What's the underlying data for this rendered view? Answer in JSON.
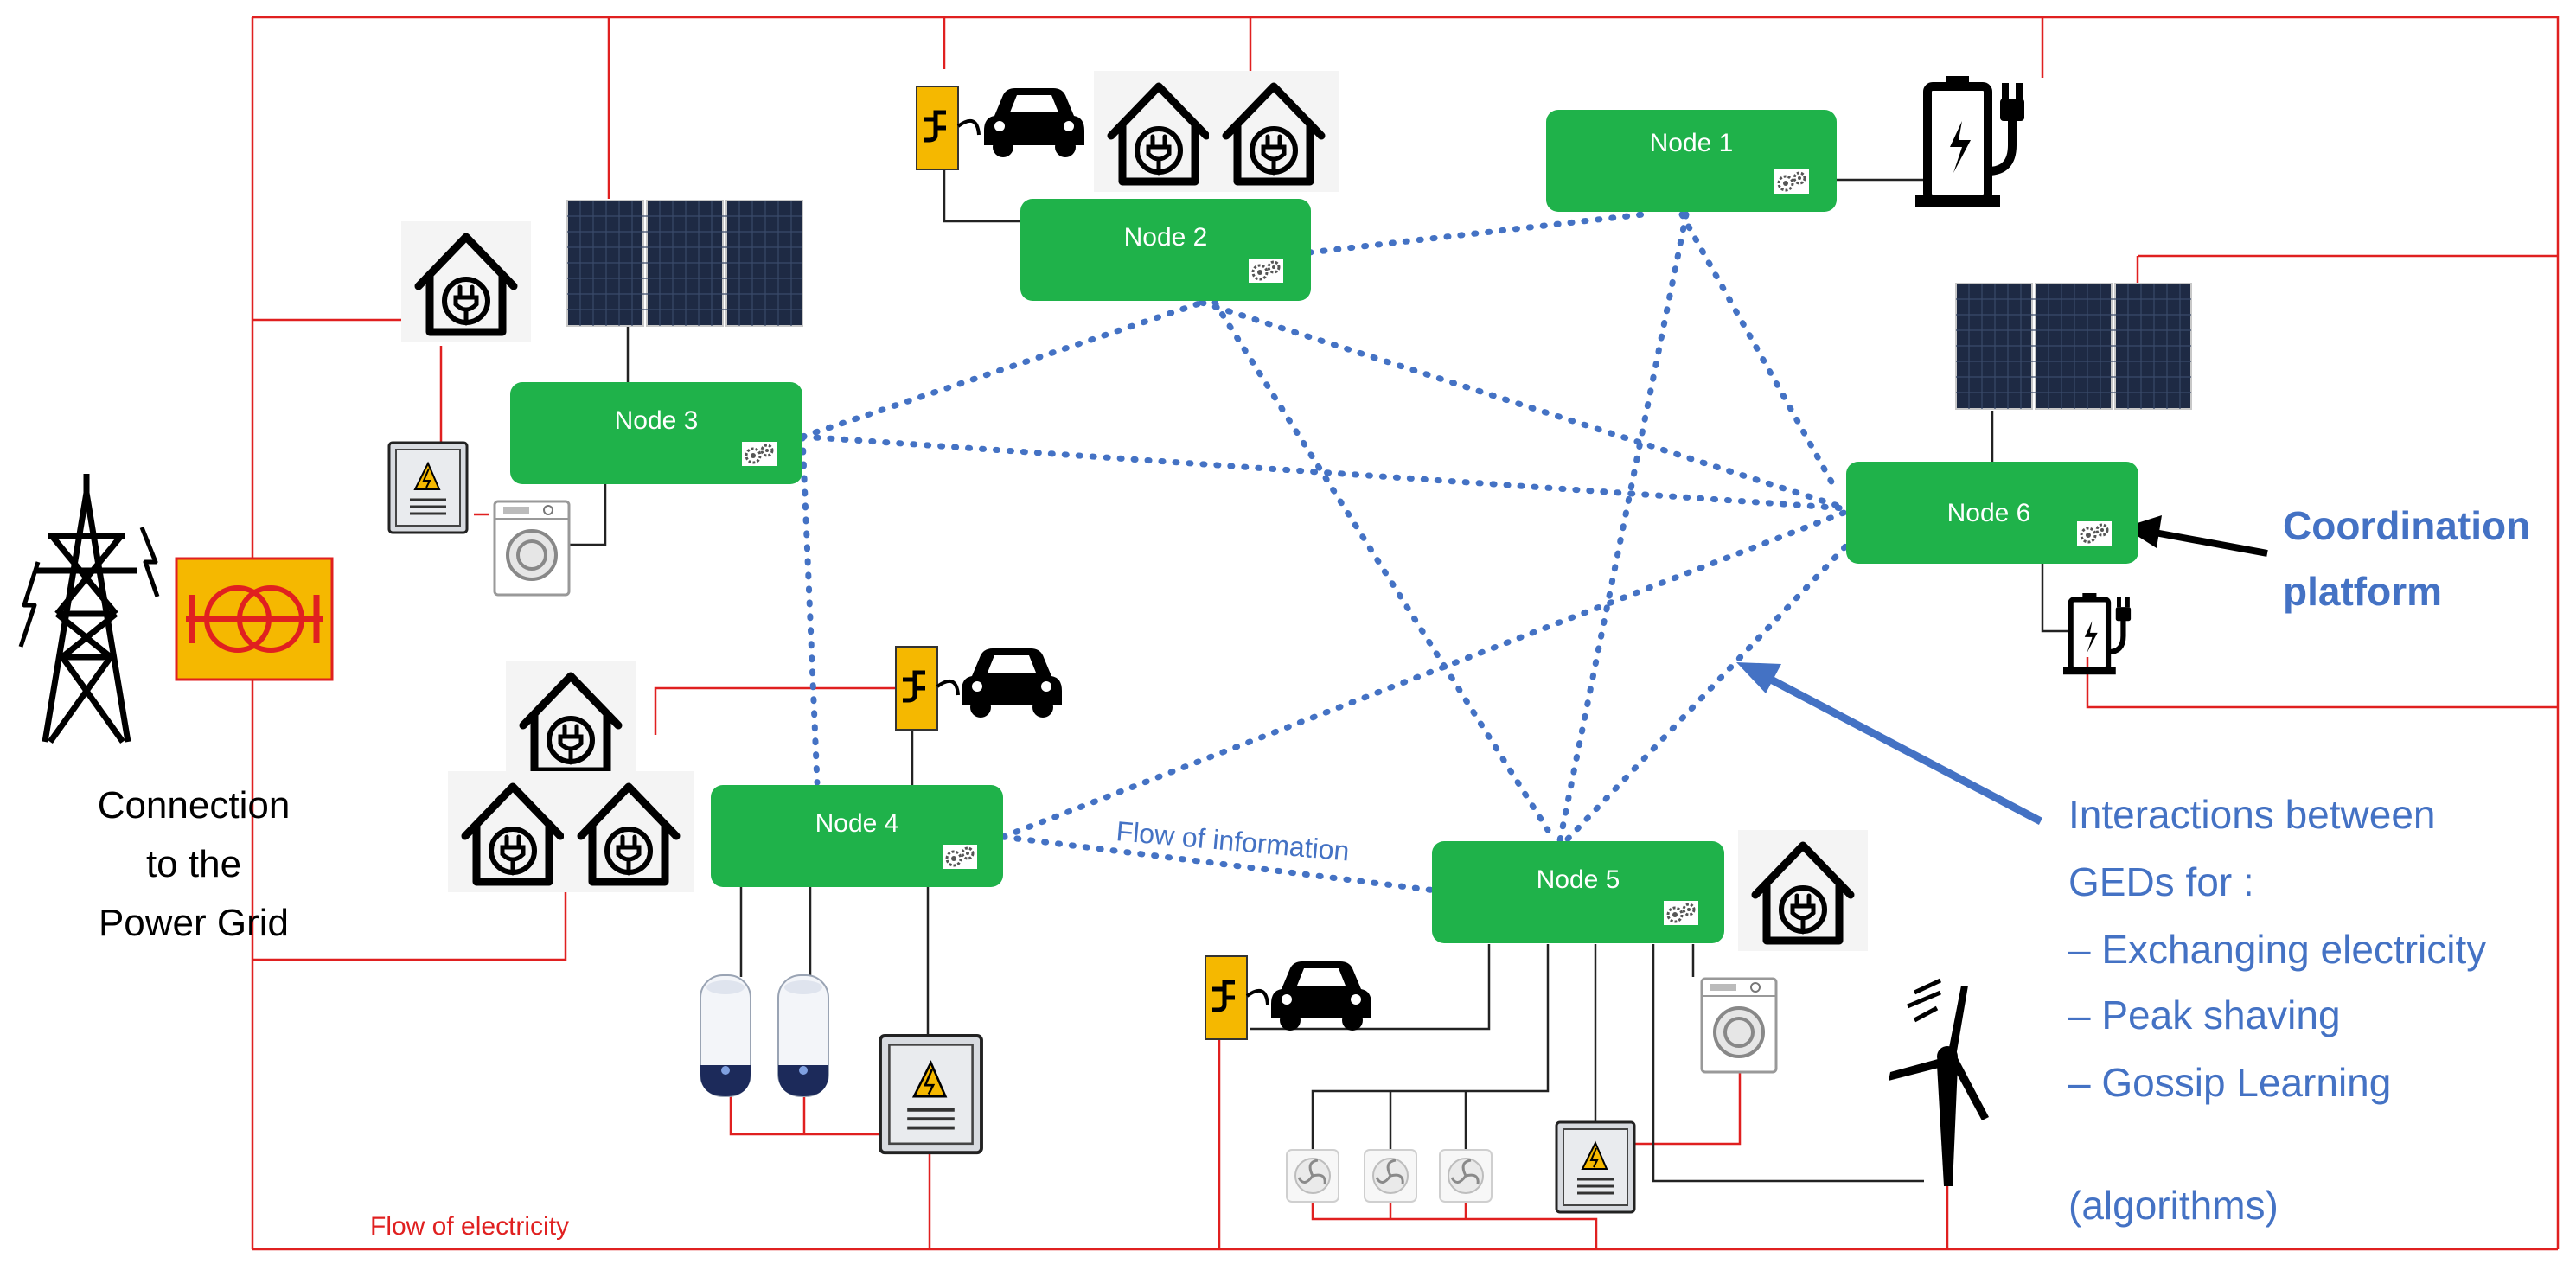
{
  "nodes": [
    {
      "id": "node-1",
      "label": "Node 1"
    },
    {
      "id": "node-2",
      "label": "Node 2"
    },
    {
      "id": "node-3",
      "label": "Node 3"
    },
    {
      "id": "node-4",
      "label": "Node 4"
    },
    {
      "id": "node-5",
      "label": "Node 5"
    },
    {
      "id": "node-6",
      "label": "Node 6"
    }
  ],
  "labels": {
    "grid_connection": [
      "Connection",
      "to the",
      "Power Grid"
    ],
    "flow_of_information": "Flow of information",
    "flow_of_electricity": "Flow of electricity",
    "coordination_platform": [
      "Coordination",
      "platform"
    ],
    "interactions": [
      "Interactions between",
      "GEDs for :",
      "– Exchanging electricity",
      "– Peak shaving",
      "– Gossip Learning",
      "(algorithms)"
    ]
  },
  "colors": {
    "node_fill": "#1fb24a",
    "electricity_line": "#e02020",
    "information_line": "#4472c4",
    "text_blue": "#4472c4",
    "charger_yellow": "#f5b800"
  },
  "icons": [
    "house-plug-icon",
    "solar-panel-icon",
    "electric-car-icon",
    "ev-charger-icon",
    "battery-charger-icon",
    "washing-machine-icon",
    "electric-meter-icon",
    "water-heater-icon",
    "fan-icon",
    "wind-turbine-icon",
    "transmission-tower-icon",
    "transformer-icon",
    "gear-icon"
  ]
}
